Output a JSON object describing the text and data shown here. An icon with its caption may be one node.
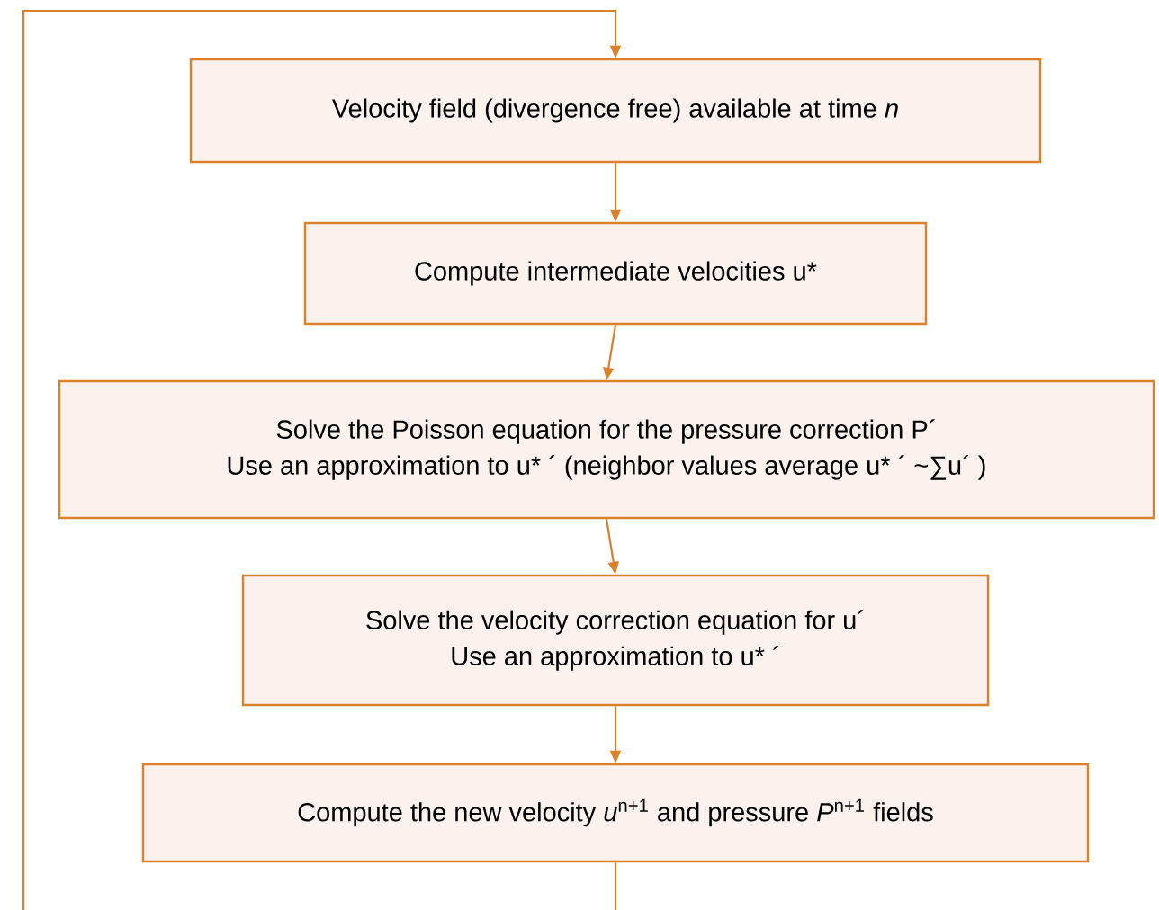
{
  "diagram": {
    "nodes": [
      {
        "text": [
          "Velocity field (divergence free) available at time *n*"
        ]
      },
      {
        "text": [
          "Compute intermediate velocities u*"
        ]
      },
      {
        "text": [
          "Solve the Poisson equation for the pressure correction P´",
          "Use an approximation to u* ´ (neighbor values average u* ´ ~∑u´ )"
        ]
      },
      {
        "text": [
          "Solve the velocity correction equation for u´",
          "Use an approximation to u* ´"
        ]
      },
      {
        "text": [
          "Compute the new velocity *u*$^{n+1}$ and pressure *P*$^{n+1}$ fields"
        ]
      }
    ],
    "edges": [
      {
        "from": 0,
        "to": 1,
        "arrow": "to"
      },
      {
        "from": 1,
        "to": 2,
        "arrow": "to"
      },
      {
        "from": 2,
        "to": 3,
        "arrow": "to"
      },
      {
        "from": 3,
        "to": 4,
        "arrow": "to"
      },
      {
        "from": 4,
        "to": 0,
        "arrow": "to"
      }
    ]
  }
}
